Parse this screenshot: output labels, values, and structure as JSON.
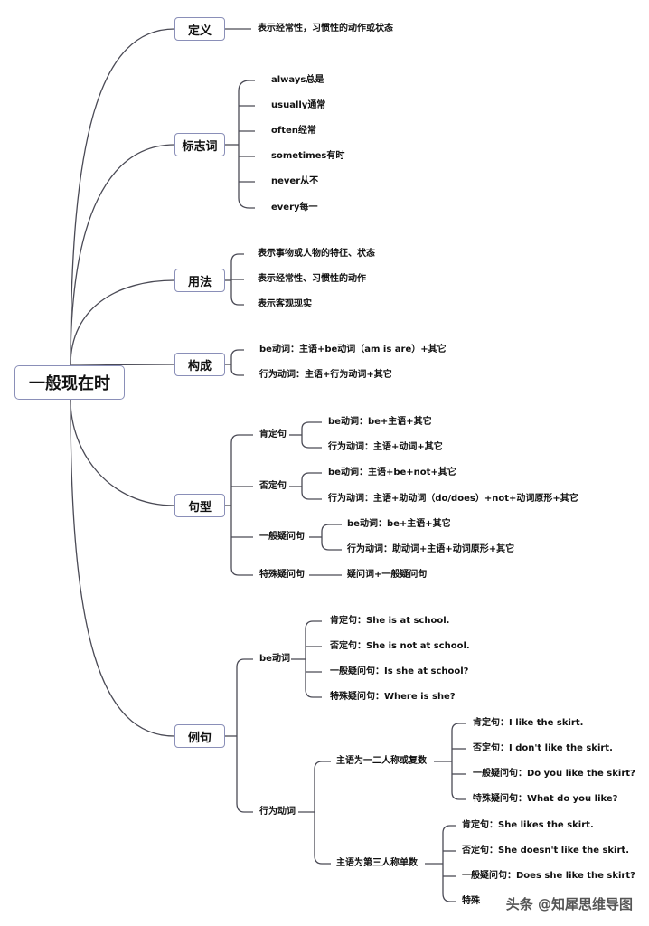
{
  "root": "一般现在时",
  "definition": {
    "label": "定义",
    "text": "表示经常性，习惯性的动作或状态"
  },
  "keywords": {
    "label": "标志词",
    "items": [
      "always总是",
      "usually通常",
      "often经常",
      "sometimes有时",
      "never从不",
      "every每一"
    ]
  },
  "usage": {
    "label": "用法",
    "items": [
      "表示事物或人物的特征、状态",
      "表示经常性、习惯性的动作",
      "表示客观现实"
    ]
  },
  "structure": {
    "label": "构成",
    "items": [
      "be动词：主语+be动词（am is are）+其它",
      "行为动词：主语+行为动词+其它"
    ]
  },
  "patterns": {
    "label": "句型",
    "affirmative": {
      "label": "肯定句",
      "items": [
        "be动词：be+主语+其它",
        "行为动词：主语+动词+其它"
      ]
    },
    "negative": {
      "label": "否定句",
      "items": [
        "be动词：主语+be+not+其它",
        "行为动词：主语+助动词（do/does）+not+动词原形+其它"
      ]
    },
    "general_q": {
      "label": "一般疑问句",
      "items": [
        "be动词：be+主语+其它",
        "行为动词：助动词+主语+动词原形+其它"
      ]
    },
    "special_q": {
      "label": "特殊疑问句",
      "items": [
        "疑问词+一般疑问句"
      ]
    }
  },
  "examples": {
    "label": "例句",
    "be": {
      "label": "be动词",
      "items": [
        "肯定句：She is at school.",
        "否定句：She is not at school.",
        "一般疑问句：Is she at school?",
        "特殊疑问句：Where is she?"
      ]
    },
    "action": {
      "label": "行为动词",
      "first_second": {
        "label": "主语为一二人称或复数",
        "items": [
          "肯定句：I like the skirt.",
          "否定句：I don't like the skirt.",
          "一般疑问句：Do you like the skirt?",
          "特殊疑问句：What do you like?"
        ]
      },
      "third": {
        "label": "主语为第三人称单数",
        "items": [
          "肯定句：She likes the skirt.",
          "否定句：She doesn't like the skirt.",
          "一般疑问句：Does she like the skirt?",
          "特殊"
        ]
      }
    }
  },
  "watermark": "头条 @知犀思维导图",
  "colors": {
    "line": "#4a4a55",
    "box_border": "#8a8fb8"
  }
}
